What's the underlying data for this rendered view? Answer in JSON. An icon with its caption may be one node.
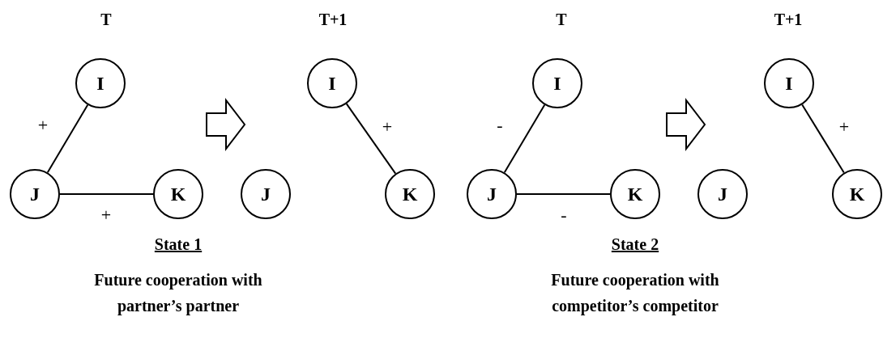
{
  "diagram": {
    "nodes": [
      {
        "text": [
          "I"
        ]
      },
      {
        "text": [
          "J"
        ]
      },
      {
        "text": [
          "K"
        ]
      },
      {
        "text": [
          "I"
        ]
      },
      {
        "text": [
          "J"
        ]
      },
      {
        "text": [
          "K"
        ]
      },
      {
        "text": [
          "I"
        ]
      },
      {
        "text": [
          "J"
        ]
      },
      {
        "text": [
          "K"
        ]
      },
      {
        "text": [
          "I"
        ]
      },
      {
        "text": [
          "J"
        ]
      },
      {
        "text": [
          "K"
        ]
      }
    ],
    "edges": [
      {
        "from": 0,
        "to": 1,
        "arrow": "none",
        "label": "+"
      },
      {
        "from": 1,
        "to": 2,
        "arrow": "none",
        "label": "+"
      },
      {
        "from": 3,
        "to": 5,
        "arrow": "none",
        "label": "+"
      },
      {
        "from": 6,
        "to": 7,
        "arrow": "none",
        "label": "-"
      },
      {
        "from": 7,
        "to": 8,
        "arrow": "none",
        "label": "-"
      },
      {
        "from": 9,
        "to": 11,
        "arrow": "none",
        "label": "+"
      }
    ],
    "labels": [
      "T",
      "T+1",
      "T",
      "T+1",
      "State 1",
      "Future cooperation with partner’s partner",
      "State 2",
      "Future cooperation with competitor’s competitor"
    ]
  }
}
